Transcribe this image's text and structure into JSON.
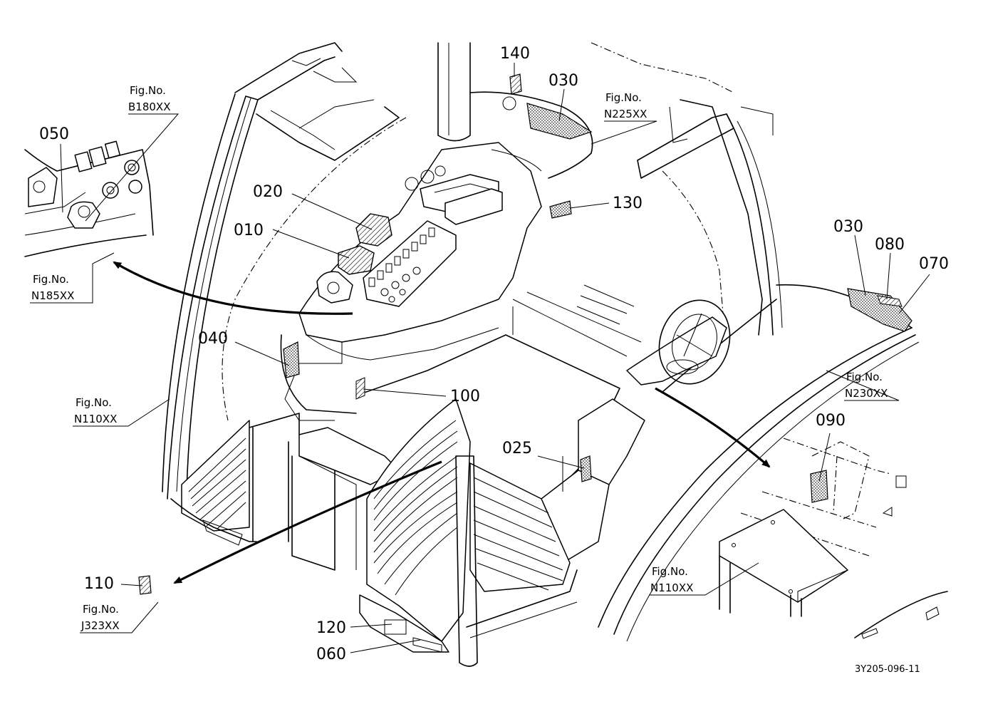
{
  "part_labels": [
    {
      "id": "p140",
      "text": "140"
    },
    {
      "id": "p030a",
      "text": "030"
    },
    {
      "id": "p050",
      "text": "050"
    },
    {
      "id": "p020",
      "text": "020"
    },
    {
      "id": "p010",
      "text": "010"
    },
    {
      "id": "p130",
      "text": "130"
    },
    {
      "id": "p030b",
      "text": "030"
    },
    {
      "id": "p080",
      "text": "080"
    },
    {
      "id": "p070",
      "text": "070"
    },
    {
      "id": "p040",
      "text": "040"
    },
    {
      "id": "p100",
      "text": "100"
    },
    {
      "id": "p090",
      "text": "090"
    },
    {
      "id": "p025",
      "text": "025"
    },
    {
      "id": "p110",
      "text": "110"
    },
    {
      "id": "p120",
      "text": "120"
    },
    {
      "id": "p060",
      "text": "060"
    }
  ],
  "fig_refs": [
    {
      "id": "b180",
      "prefix": "Fig.No.",
      "code": "B180XX"
    },
    {
      "id": "n225",
      "prefix": "Fig.No.",
      "code": "N225XX"
    },
    {
      "id": "n185",
      "prefix": "Fig.No.",
      "code": "N185XX"
    },
    {
      "id": "n110a",
      "prefix": "Fig.No.",
      "code": "N110XX"
    },
    {
      "id": "n230",
      "prefix": "Fig.No.",
      "code": "N230XX"
    },
    {
      "id": "n110b",
      "prefix": "Fig.No.",
      "code": "N110XX"
    },
    {
      "id": "j323",
      "prefix": "Fig.No.",
      "code": "J323XX"
    }
  ],
  "drawing_code": "3Y205-096-11"
}
